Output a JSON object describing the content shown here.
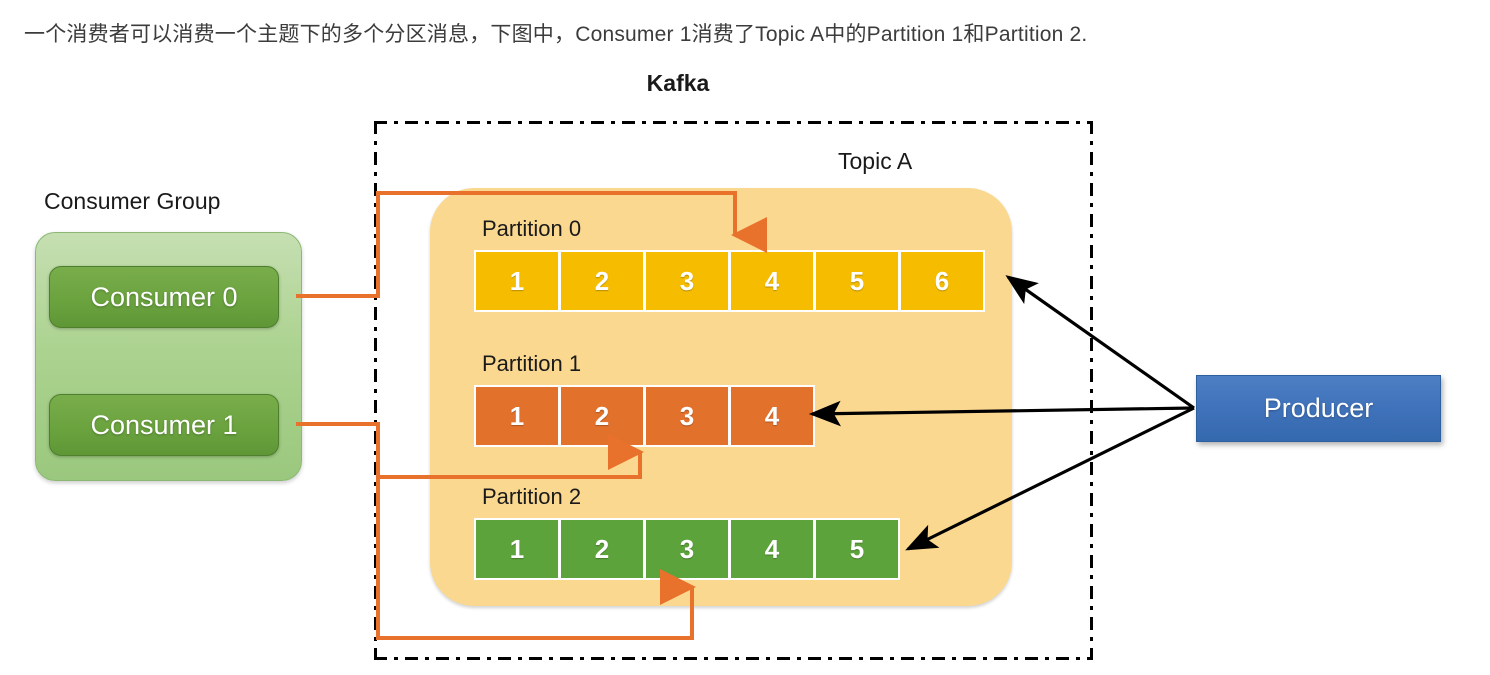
{
  "caption": "一个消费者可以消费一个主题下的多个分区消息，下图中，Consumer 1消费了Topic A中的Partition 1和Partition 2.",
  "kafka": {
    "title": "Kafka",
    "topic": {
      "label": "Topic A"
    }
  },
  "partitions": [
    {
      "label": "Partition 0",
      "color": "#f5bc00",
      "color_name": "gold",
      "messages": [
        "1",
        "2",
        "3",
        "4",
        "5",
        "6"
      ]
    },
    {
      "label": "Partition 1",
      "color": "#e2712c",
      "color_name": "orange",
      "messages": [
        "1",
        "2",
        "3",
        "4"
      ]
    },
    {
      "label": "Partition 2",
      "color": "#5da33b",
      "color_name": "green",
      "messages": [
        "1",
        "2",
        "3",
        "4",
        "5"
      ]
    }
  ],
  "consumer_group": {
    "label": "Consumer Group",
    "consumers": [
      {
        "label": "Consumer 0"
      },
      {
        "label": "Consumer 1"
      }
    ]
  },
  "producer": {
    "label": "Producer"
  },
  "connections": {
    "consume_color": "#e8722c",
    "produce_color": "#000000",
    "consume_links": [
      {
        "from": "Consumer 0",
        "to": "Partition 0"
      },
      {
        "from": "Consumer 1",
        "to": "Partition 1"
      },
      {
        "from": "Consumer 1",
        "to": "Partition 2"
      }
    ],
    "produce_links": [
      {
        "from": "Producer",
        "to": "Partition 0"
      },
      {
        "from": "Producer",
        "to": "Partition 1"
      },
      {
        "from": "Producer",
        "to": "Partition 2"
      }
    ]
  },
  "colors": {
    "topic_background": "#fbd890",
    "consumer_group_background": "#add391",
    "consumer_background": "#6ba33f",
    "producer_background": "#3f72ba",
    "boundary": "#000000"
  }
}
